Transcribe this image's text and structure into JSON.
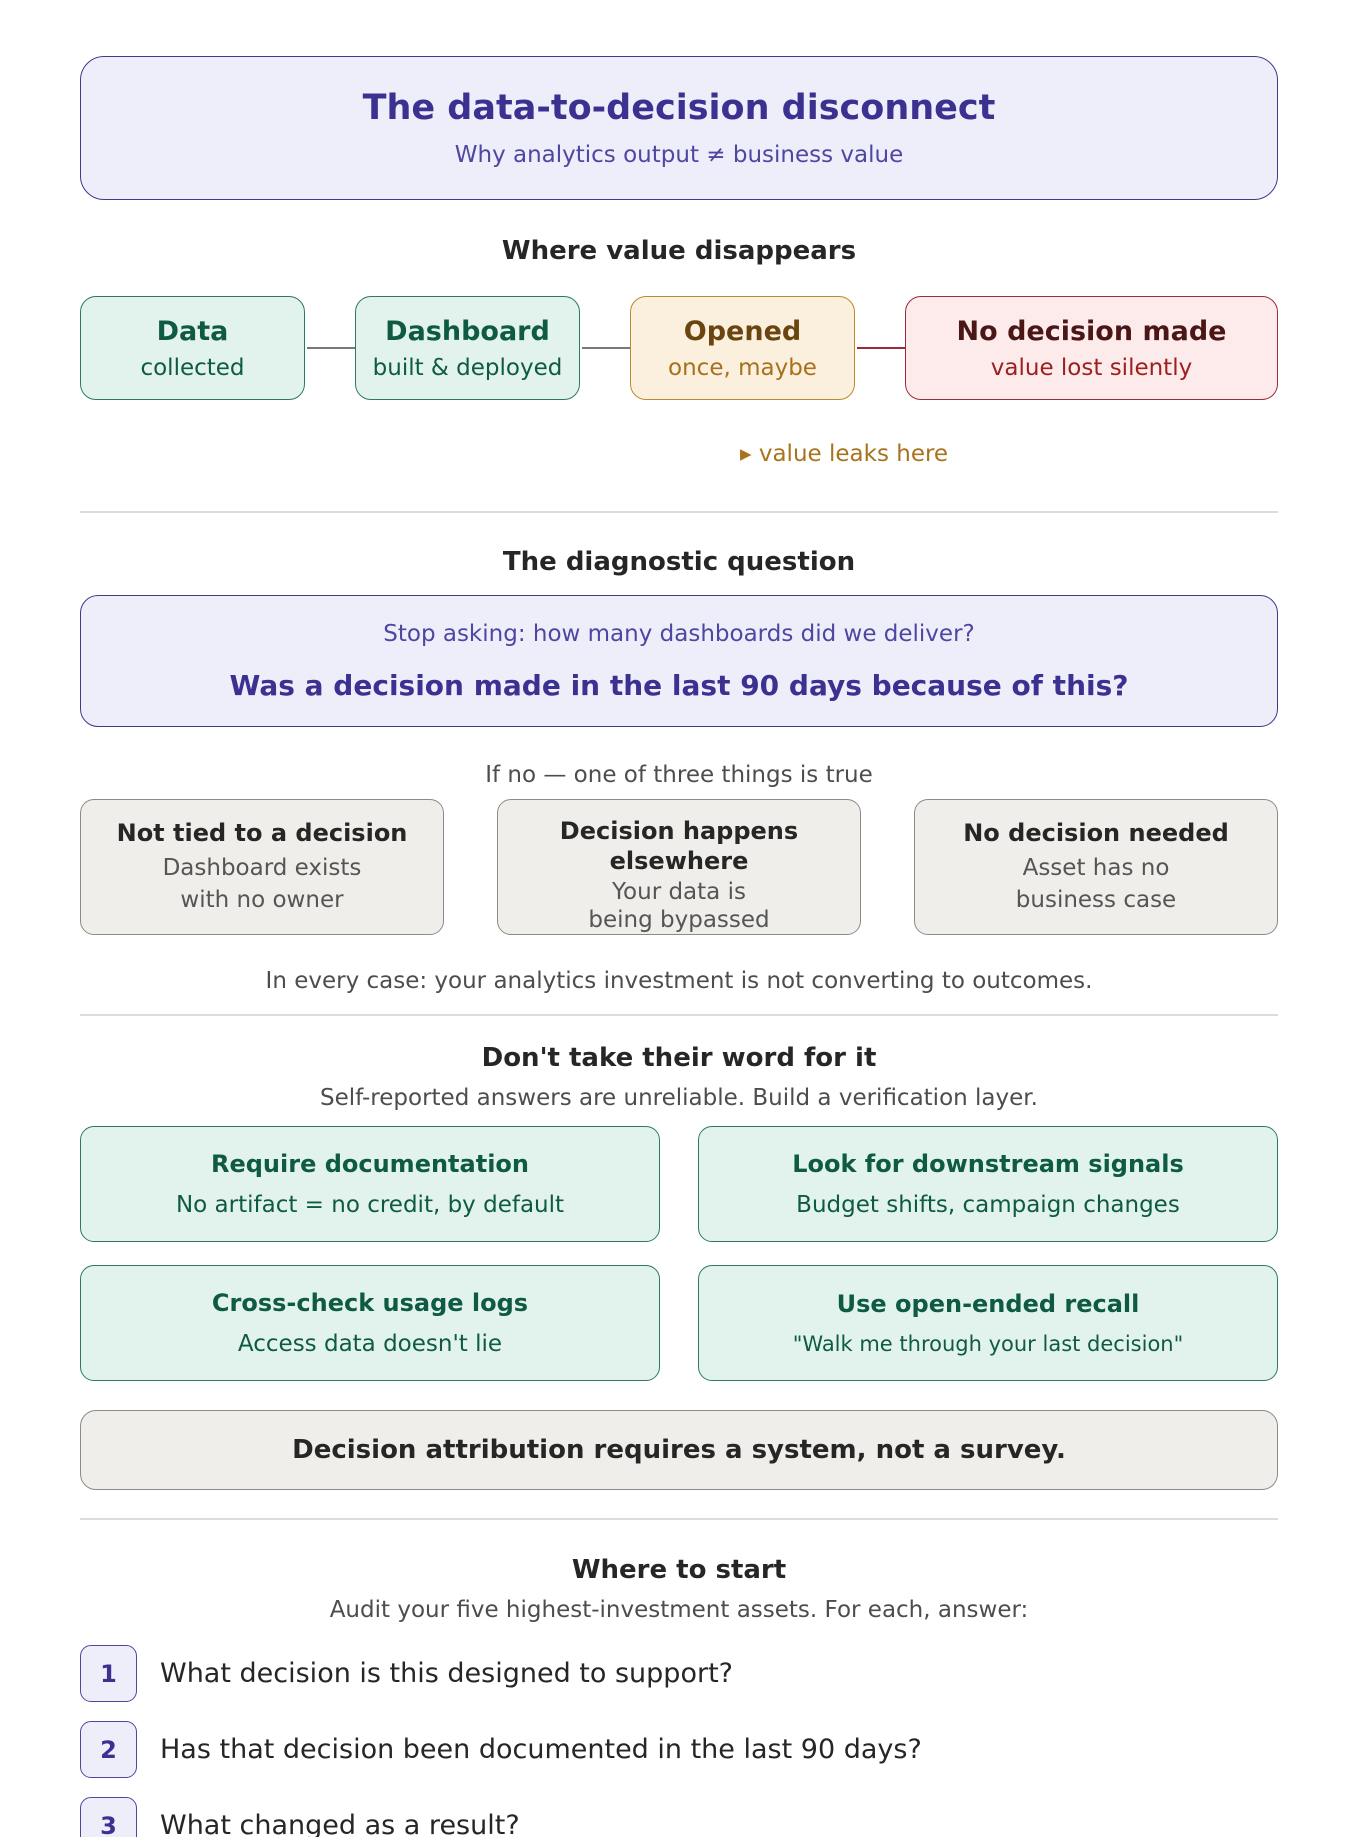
{
  "header": {
    "title": "The data-to-decision disconnect",
    "subtitle": "Why analytics output ≠ business value"
  },
  "flow": {
    "title": "Where value disappears",
    "stages": [
      {
        "label": "Data",
        "sub": "collected",
        "tone": "green"
      },
      {
        "label": "Dashboard",
        "sub": "built & deployed",
        "tone": "green"
      },
      {
        "label": "Opened",
        "sub": "once, maybe",
        "tone": "amber"
      },
      {
        "label": "No decision made",
        "sub": "value lost silently",
        "tone": "red"
      }
    ],
    "leak_note": "▸ value leaks here"
  },
  "diagnostic": {
    "title": "The diagnostic question",
    "stop": "Stop asking: how many dashboards did we deliver?",
    "question": "Was a decision made in the last 90 days because of this?",
    "if_no": "If no — one of three things is true",
    "causes": [
      {
        "title": "Not tied to a decision",
        "desc": "Dashboard exists with no owner"
      },
      {
        "title": "Decision happens elsewhere",
        "desc": "Your data is being bypassed"
      },
      {
        "title": "No decision needed",
        "desc": "Asset has no business case"
      }
    ],
    "conclusion": "In every case: your analytics investment is not converting to outcomes."
  },
  "verification": {
    "title": "Don't take their word for it",
    "subtitle": "Self-reported answers are unreliable. Build a verification layer.",
    "cards": [
      {
        "title": "Require documentation",
        "desc": "No artifact = no credit, by default"
      },
      {
        "title": "Look for downstream signals",
        "desc": "Budget shifts, campaign changes"
      },
      {
        "title": "Cross-check usage logs",
        "desc": "Access data doesn't lie"
      },
      {
        "title": "Use open-ended recall",
        "desc": "\"Walk me through your last decision\""
      }
    ],
    "statement": "Decision attribution requires a system, not a survey."
  },
  "start": {
    "title": "Where to start",
    "subtitle": "Audit your five highest-investment assets. For each, answer:",
    "steps": [
      {
        "num": "1",
        "text": "What decision is this designed to support?"
      },
      {
        "num": "2",
        "text": "Has that decision been documented in the last 90 days?"
      },
      {
        "num": "3",
        "text": "What changed as a result?"
      }
    ]
  },
  "colors": {
    "indigo": "#3b3190",
    "green": "#0f5a43",
    "amber": "#a9731e",
    "red": "#9d2020"
  }
}
